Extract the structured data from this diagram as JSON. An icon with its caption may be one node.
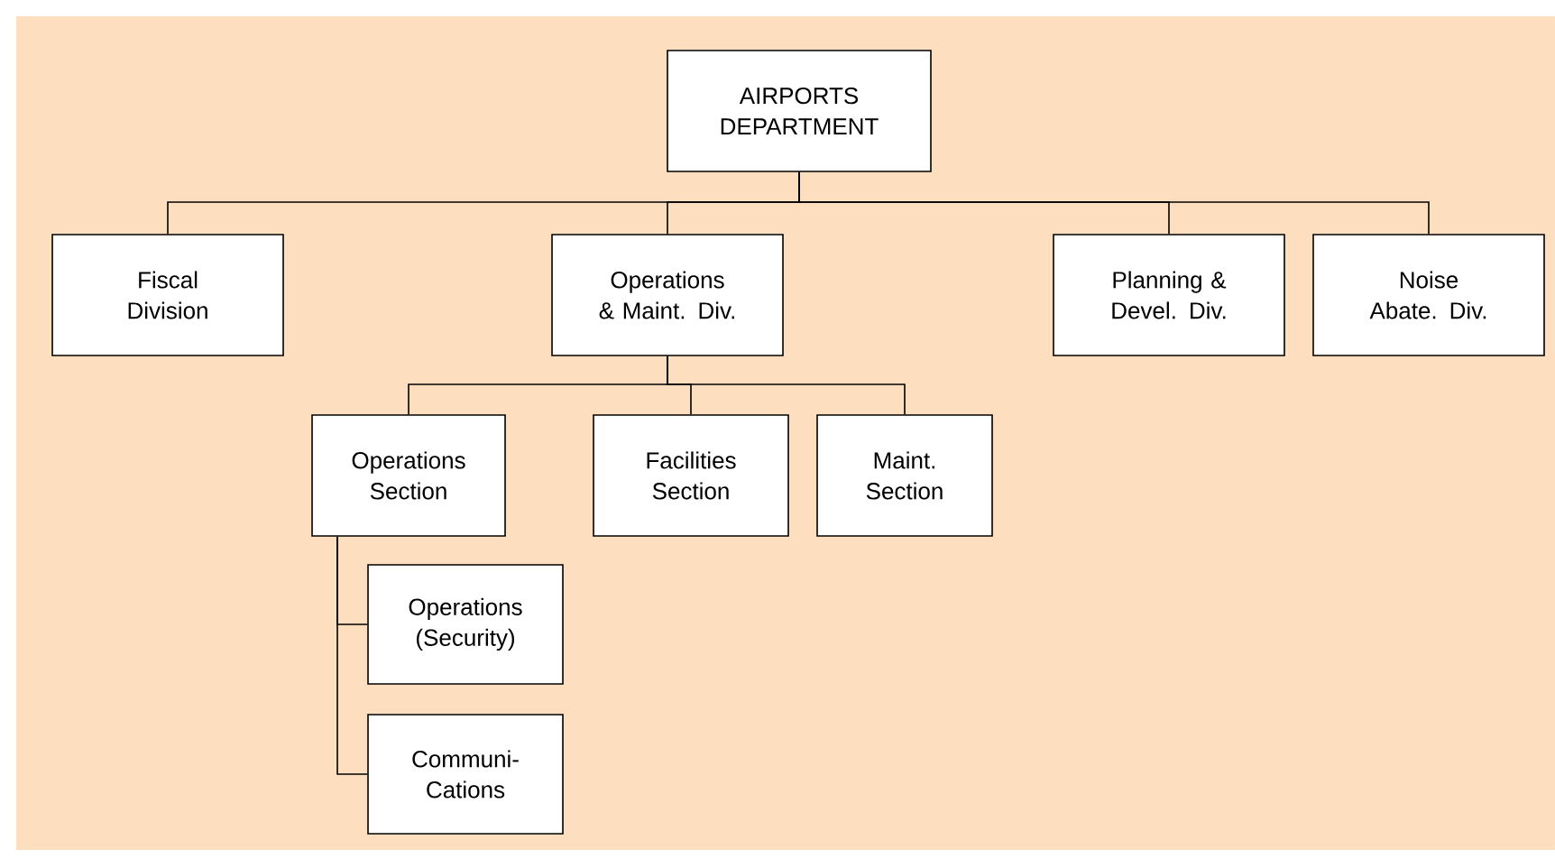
{
  "diagram": {
    "nodes": [
      {
        "text": [
          "AIRPORTS DEPARTMENT"
        ]
      },
      {
        "text": [
          "Fiscal Division"
        ]
      },
      {
        "text": [
          "Operations & Maint. Div."
        ]
      },
      {
        "text": [
          "Planning & Devel. Div."
        ]
      },
      {
        "text": [
          "Noise Abate. Div."
        ]
      },
      {
        "text": [
          "Operations Section"
        ]
      },
      {
        "text": [
          "Facilities Section"
        ]
      },
      {
        "text": [
          "Maint. Section"
        ]
      },
      {
        "text": [
          "Operations (Security)"
        ]
      },
      {
        "text": [
          "Communi- Cations"
        ]
      }
    ],
    "edges": [
      {
        "from": 0,
        "to": 1,
        "arrow": "none"
      },
      {
        "from": 0,
        "to": 2,
        "arrow": "none"
      },
      {
        "from": 0,
        "to": 3,
        "arrow": "none"
      },
      {
        "from": 0,
        "to": 4,
        "arrow": "none"
      },
      {
        "from": 2,
        "to": 5,
        "arrow": "none"
      },
      {
        "from": 2,
        "to": 6,
        "arrow": "none"
      },
      {
        "from": 2,
        "to": 7,
        "arrow": "none"
      },
      {
        "from": 5,
        "to": 8,
        "arrow": "none"
      },
      {
        "from": 5,
        "to": 9,
        "arrow": "none"
      }
    ]
  }
}
